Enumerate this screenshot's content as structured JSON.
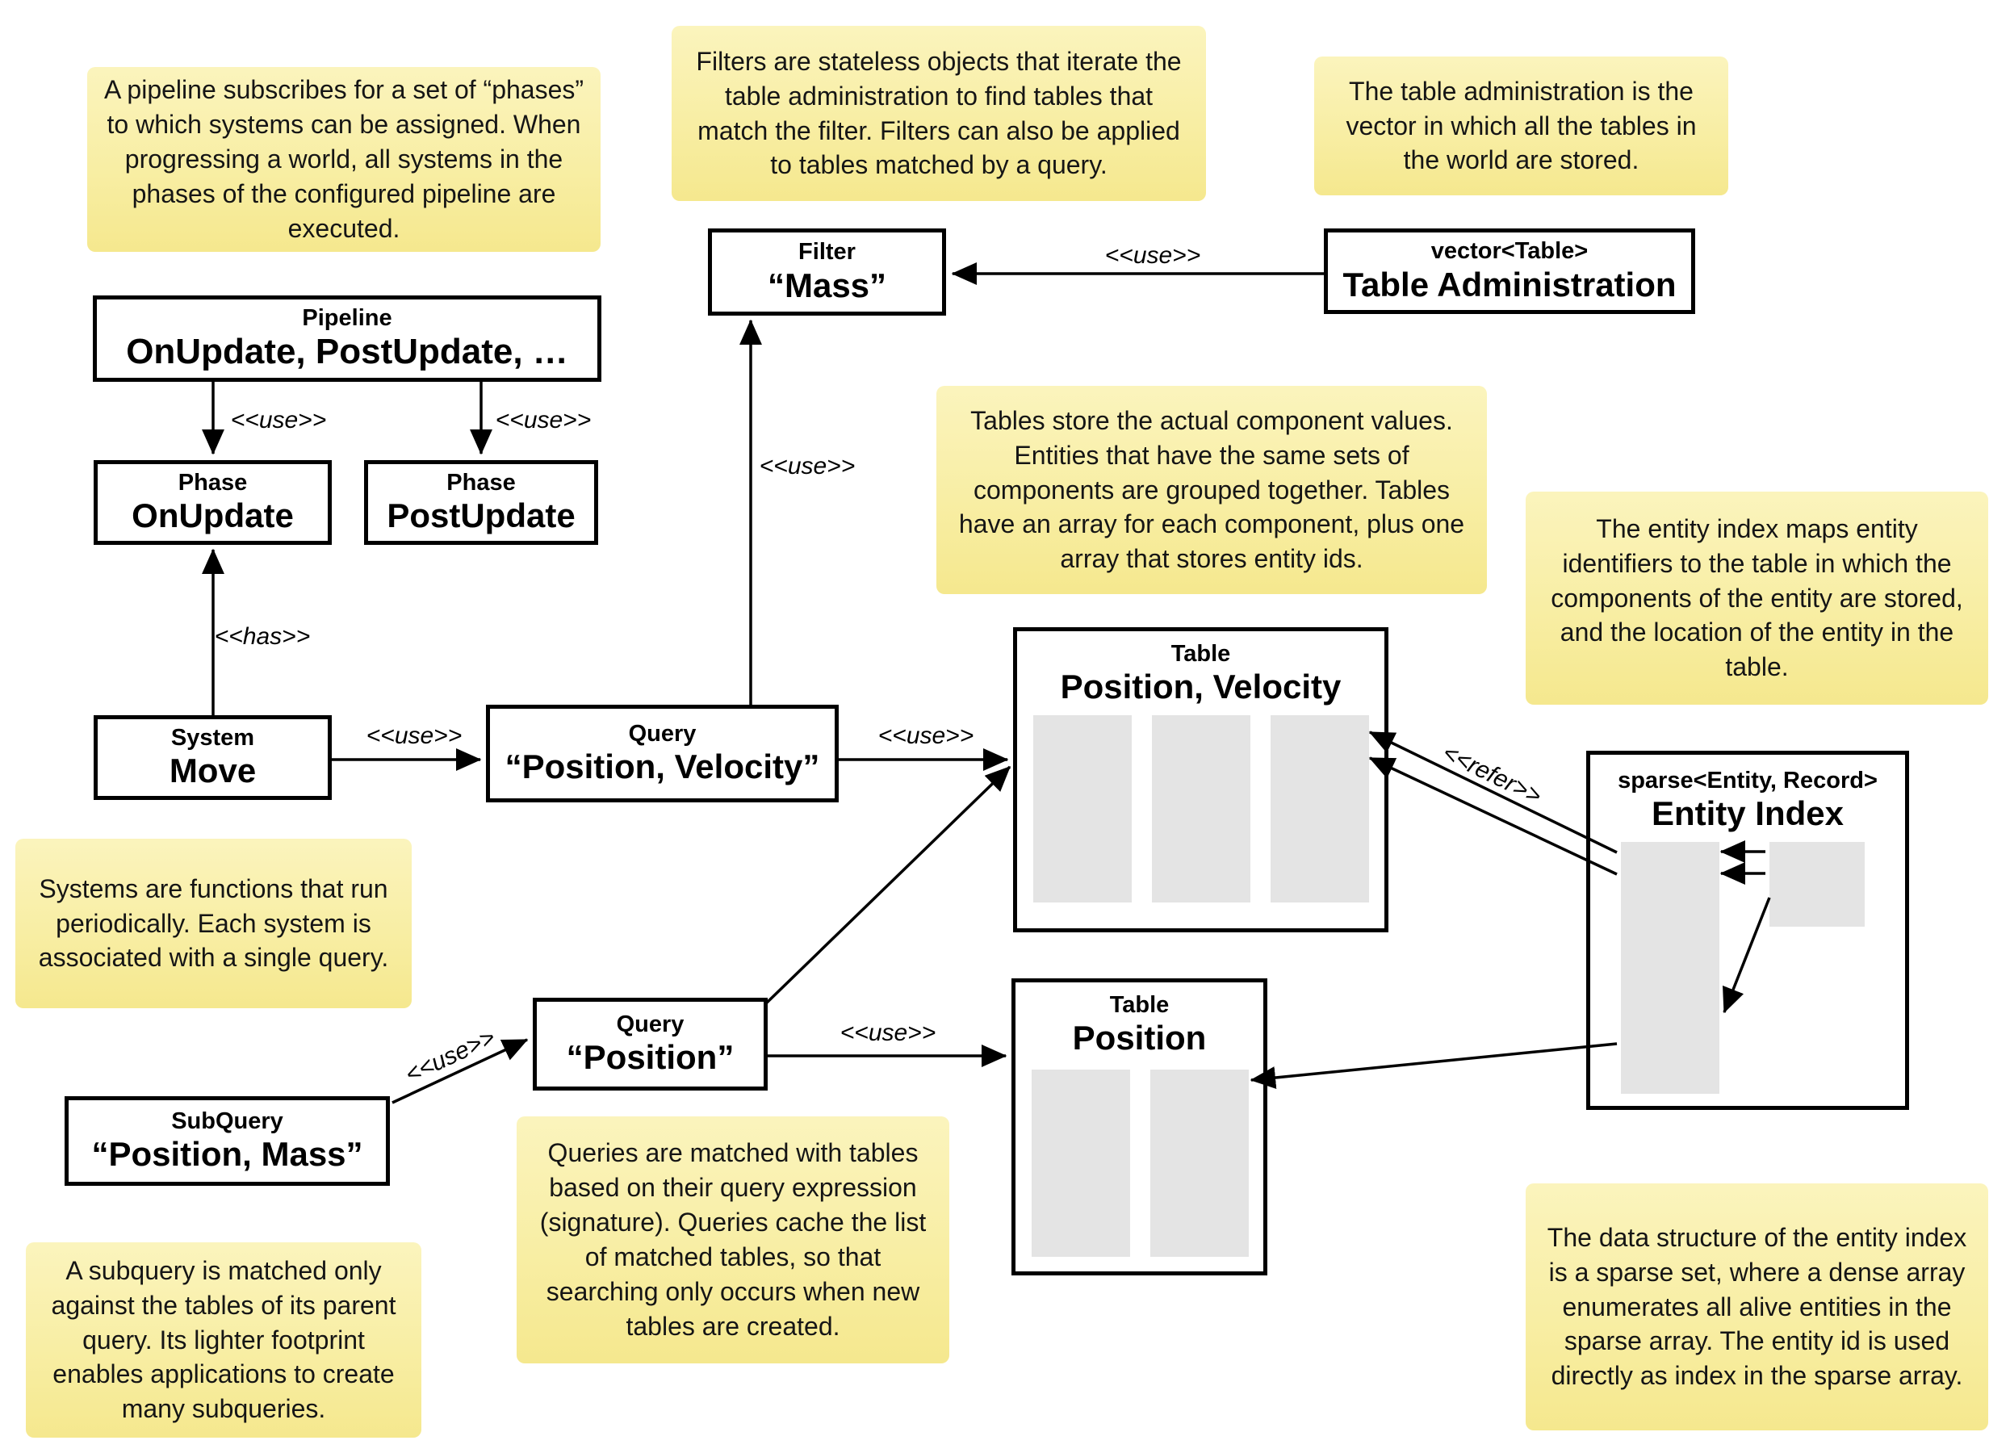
{
  "diagram": {
    "notes": {
      "pipeline": "A pipeline subscribes for a set of “phases” to which systems can be assigned. When progressing a world, all systems in the phases of the configured pipeline are executed.",
      "filters": "Filters are stateless objects that iterate the table administration to find tables that match the filter. Filters can also be applied to tables matched by a query.",
      "table_admin": "The table administration is the vector in which all the tables in the world are stored.",
      "tables": "Tables store the actual component values. Entities that have the same sets of components are grouped together. Tables have an array for each component, plus one array that stores entity ids.",
      "entity_index": "The entity index maps entity identifiers to the table in which the components of the entity are stored, and the location of the entity in the table.",
      "systems": "Systems are functions that run periodically. Each system is associated with a single query.",
      "queries": "Queries are matched with tables based on their query expression (signature). Queries cache the list of matched tables, so that searching only occurs when new tables are created.",
      "subquery": "A subquery is matched only against the tables of its parent query. Its lighter footprint enables applications to create many subqueries.",
      "sparse_set": "The data structure of the entity index is a sparse set, where a dense array enumerates all alive entities in the sparse array. The entity id is used directly as index in the sparse array."
    },
    "boxes": {
      "pipeline": {
        "stereotype": "Pipeline",
        "name": "OnUpdate, PostUpdate, …"
      },
      "phase_onupdate": {
        "stereotype": "Phase",
        "name": "OnUpdate"
      },
      "phase_postupdate": {
        "stereotype": "Phase",
        "name": "PostUpdate"
      },
      "system_move": {
        "stereotype": "System",
        "name": "Move"
      },
      "query_position_velocity": {
        "stereotype": "Query",
        "name": "“Position, Velocity”"
      },
      "filter_mass": {
        "stereotype": "Filter",
        "name": "“Mass”"
      },
      "table_administration": {
        "stereotype": "vector<Table>",
        "name": "Table Administration"
      },
      "table_position_velocity": {
        "stereotype": "Table",
        "name": "Position, Velocity"
      },
      "table_position": {
        "stereotype": "Table",
        "name": "Position"
      },
      "query_position": {
        "stereotype": "Query",
        "name": "“Position”"
      },
      "subquery": {
        "stereotype": "SubQuery",
        "name": "“Position, Mass”"
      },
      "entity_index": {
        "stereotype": "sparse<Entity, Record>",
        "name": "Entity Index"
      }
    },
    "edge_labels": {
      "use": "<<use>>",
      "has": "<<has>>",
      "refer": "<<refer>>"
    },
    "colors": {
      "note_top": "#fbf4bd",
      "note_bottom": "#f5e88e",
      "array_fill": "#e4e4e4",
      "line": "#000000"
    }
  }
}
